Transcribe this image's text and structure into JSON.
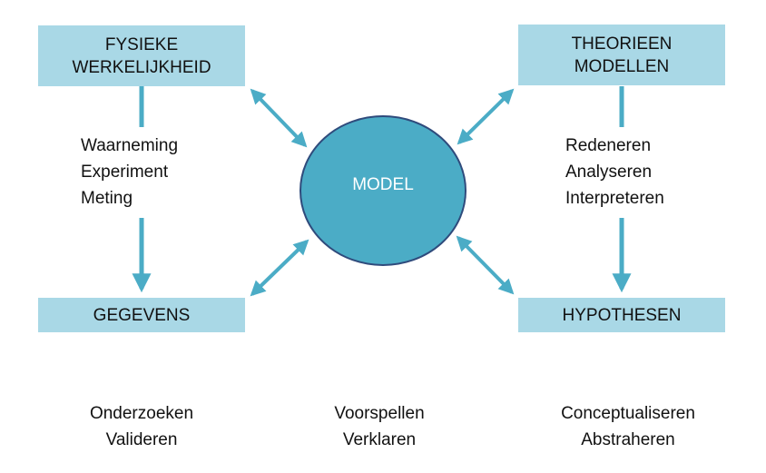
{
  "colors": {
    "box_fill": "#a9d8e6",
    "model_fill": "#4bacc6",
    "model_stroke": "#2f4b7c",
    "arrow": "#4bacc6",
    "text": "#111111"
  },
  "boxes": {
    "fysieke": {
      "line1": "FYSIEKE",
      "line2": "WERKELIJKHEID"
    },
    "theorieen": {
      "line1": "THEORIEEN",
      "line2": "MODELLEN"
    },
    "gegevens": {
      "label": "GEGEVENS"
    },
    "hypothesen": {
      "label": "HYPOTHESEN"
    }
  },
  "model": {
    "label": "MODEL"
  },
  "left_steps": [
    "Waarneming",
    "Experiment",
    "Meting"
  ],
  "right_steps": [
    "Redeneren",
    "Analyseren",
    "Interpreteren"
  ],
  "bottom": {
    "left": [
      "Onderzoeken",
      "Valideren"
    ],
    "center": [
      "Voorspellen",
      "Verklaren"
    ],
    "right": [
      "Conceptualiseren",
      "Abstraheren"
    ]
  }
}
